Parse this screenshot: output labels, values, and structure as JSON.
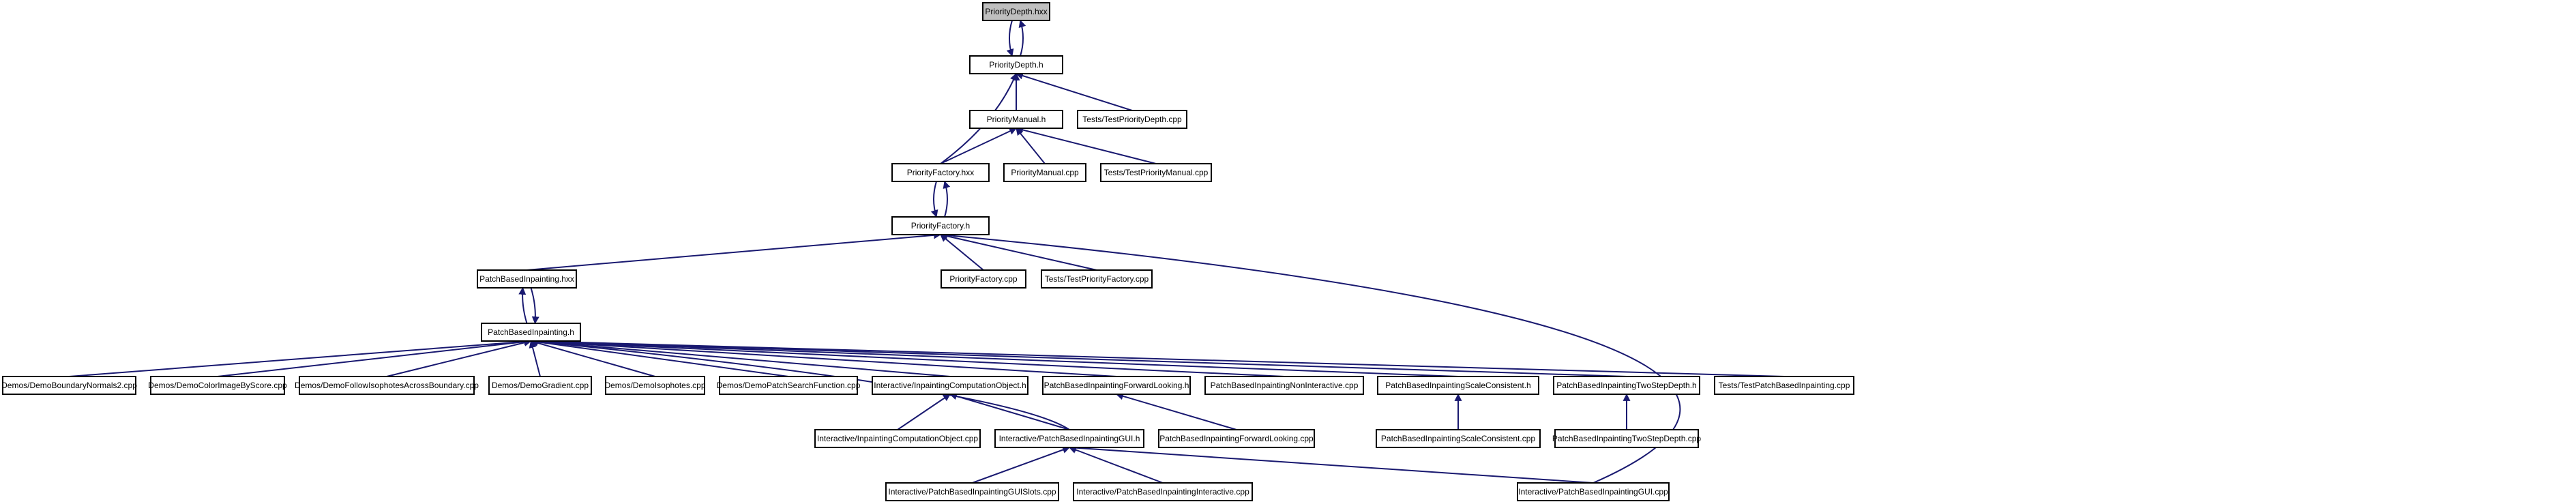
{
  "colors": {
    "edge": "#191970",
    "root_fill": "#bfbfbf",
    "node_border": "#000000",
    "background": "#ffffff"
  },
  "nodes": [
    {
      "id": "n0",
      "label": "PriorityDepth.hxx",
      "root": true
    },
    {
      "id": "n1",
      "label": "PriorityDepth.h"
    },
    {
      "id": "n2",
      "label": "PriorityManual.h"
    },
    {
      "id": "n3",
      "label": "Tests/TestPriorityDepth.cpp"
    },
    {
      "id": "n4",
      "label": "PriorityFactory.hxx"
    },
    {
      "id": "n5",
      "label": "PriorityManual.cpp"
    },
    {
      "id": "n6",
      "label": "Tests/TestPriorityManual.cpp"
    },
    {
      "id": "n7",
      "label": "PriorityFactory.h"
    },
    {
      "id": "n8",
      "label": "PatchBasedInpainting.hxx"
    },
    {
      "id": "n9",
      "label": "PriorityFactory.cpp"
    },
    {
      "id": "n10",
      "label": "Tests/TestPriorityFactory.cpp"
    },
    {
      "id": "n11",
      "label": "PatchBasedInpainting.h"
    },
    {
      "id": "n12",
      "label": "Demos/DemoBoundaryNormals2.cpp"
    },
    {
      "id": "n13",
      "label": "Demos/DemoColorImageByScore.cpp"
    },
    {
      "id": "n14",
      "label": "Demos/DemoFollowIsophotesAcrossBoundary.cpp"
    },
    {
      "id": "n15",
      "label": "Demos/DemoGradient.cpp"
    },
    {
      "id": "n16",
      "label": "Demos/DemoIsophotes.cpp"
    },
    {
      "id": "n17",
      "label": "Demos/DemoPatchSearchFunction.cpp"
    },
    {
      "id": "n18",
      "label": "Interactive/InpaintingComputationObject.h"
    },
    {
      "id": "n19",
      "label": "PatchBasedInpaintingForwardLooking.h"
    },
    {
      "id": "n20",
      "label": "PatchBasedInpaintingNonInteractive.cpp"
    },
    {
      "id": "n21",
      "label": "PatchBasedInpaintingScaleConsistent.h"
    },
    {
      "id": "n22",
      "label": "PatchBasedInpaintingTwoStepDepth.h"
    },
    {
      "id": "n23",
      "label": "Tests/TestPatchBasedInpainting.cpp"
    },
    {
      "id": "n24",
      "label": "Interactive/InpaintingComputationObject.cpp"
    },
    {
      "id": "n25",
      "label": "Interactive/PatchBasedInpaintingGUI.h"
    },
    {
      "id": "n26",
      "label": "PatchBasedInpaintingForwardLooking.cpp"
    },
    {
      "id": "n27",
      "label": "PatchBasedInpaintingScaleConsistent.cpp"
    },
    {
      "id": "n28",
      "label": "PatchBasedInpaintingTwoStepDepth.cpp"
    },
    {
      "id": "n29",
      "label": "Interactive/PatchBasedInpaintingGUISlots.cpp"
    },
    {
      "id": "n30",
      "label": "Interactive/PatchBasedInpaintingInteractive.cpp"
    },
    {
      "id": "n31",
      "label": "Interactive/PatchBasedInpaintingGUI.cpp"
    }
  ],
  "edges": [
    [
      "n1",
      "n0"
    ],
    [
      "n0",
      "n1"
    ],
    [
      "n2",
      "n1"
    ],
    [
      "n3",
      "n1"
    ],
    [
      "n4",
      "n1"
    ],
    [
      "n4",
      "n2"
    ],
    [
      "n5",
      "n2"
    ],
    [
      "n6",
      "n2"
    ],
    [
      "n7",
      "n4"
    ],
    [
      "n4",
      "n7"
    ],
    [
      "n8",
      "n7"
    ],
    [
      "n9",
      "n7"
    ],
    [
      "n10",
      "n7"
    ],
    [
      "n31",
      "n7"
    ],
    [
      "n11",
      "n8"
    ],
    [
      "n8",
      "n11"
    ],
    [
      "n12",
      "n11"
    ],
    [
      "n13",
      "n11"
    ],
    [
      "n14",
      "n11"
    ],
    [
      "n15",
      "n11"
    ],
    [
      "n16",
      "n11"
    ],
    [
      "n17",
      "n11"
    ],
    [
      "n18",
      "n11"
    ],
    [
      "n19",
      "n11"
    ],
    [
      "n20",
      "n11"
    ],
    [
      "n21",
      "n11"
    ],
    [
      "n22",
      "n11"
    ],
    [
      "n23",
      "n11"
    ],
    [
      "n25",
      "n11"
    ],
    [
      "n24",
      "n18"
    ],
    [
      "n25",
      "n18"
    ],
    [
      "n26",
      "n19"
    ],
    [
      "n27",
      "n21"
    ],
    [
      "n28",
      "n22"
    ],
    [
      "n29",
      "n25"
    ],
    [
      "n30",
      "n25"
    ],
    [
      "n31",
      "n25"
    ]
  ]
}
